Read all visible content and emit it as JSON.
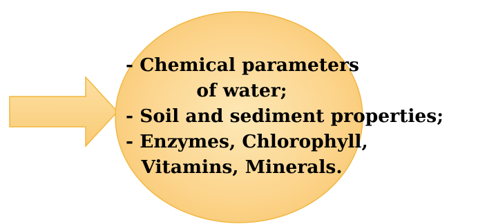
{
  "diagram": {
    "lines": [
      "- Chemical parameters",
      "of water;",
      "- Soil and sediment properties;",
      "- Enzymes, Chlorophyll,",
      "Vitamins, Minerals."
    ]
  },
  "colors": {
    "fill": "#fbd38a",
    "fill_light": "#fde4ac",
    "fill_dark": "#f8c163",
    "stroke": "#f2b740",
    "text": "#000000"
  }
}
